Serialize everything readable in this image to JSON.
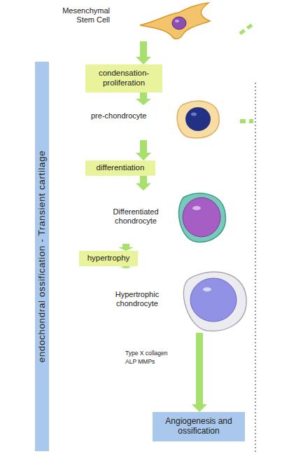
{
  "diagram": {
    "nodes": [
      {
        "text": [
          "Mesenchymal Stem Cell"
        ]
      },
      {
        "text": [
          "condensation-proliferation"
        ]
      },
      {
        "text": [
          "pre-chondrocyte"
        ]
      },
      {
        "text": [
          "differentiation"
        ]
      },
      {
        "text": [
          "Differentiated chondrocyte"
        ]
      },
      {
        "text": [
          "hypertrophy"
        ]
      },
      {
        "text": [
          "Hypertrophic chondrocyte"
        ]
      },
      {
        "text": [
          "Angiogenesis and ossification"
        ]
      },
      {
        "text": [
          "endochondral ossification - Transient cartilage"
        ]
      }
    ],
    "edges": [
      {
        "from": 0,
        "to": 1,
        "arrow": "to"
      },
      {
        "from": 1,
        "to": 2,
        "arrow": "to"
      },
      {
        "from": 2,
        "to": 3,
        "arrow": "to"
      },
      {
        "from": 3,
        "to": 4,
        "arrow": "to"
      },
      {
        "from": 4,
        "to": 5,
        "arrow": "to"
      },
      {
        "from": 5,
        "to": 6,
        "arrow": "to"
      },
      {
        "from": 6,
        "to": 7,
        "label": "Type X collagen ALP MMPs",
        "arrow": "to"
      }
    ]
  }
}
